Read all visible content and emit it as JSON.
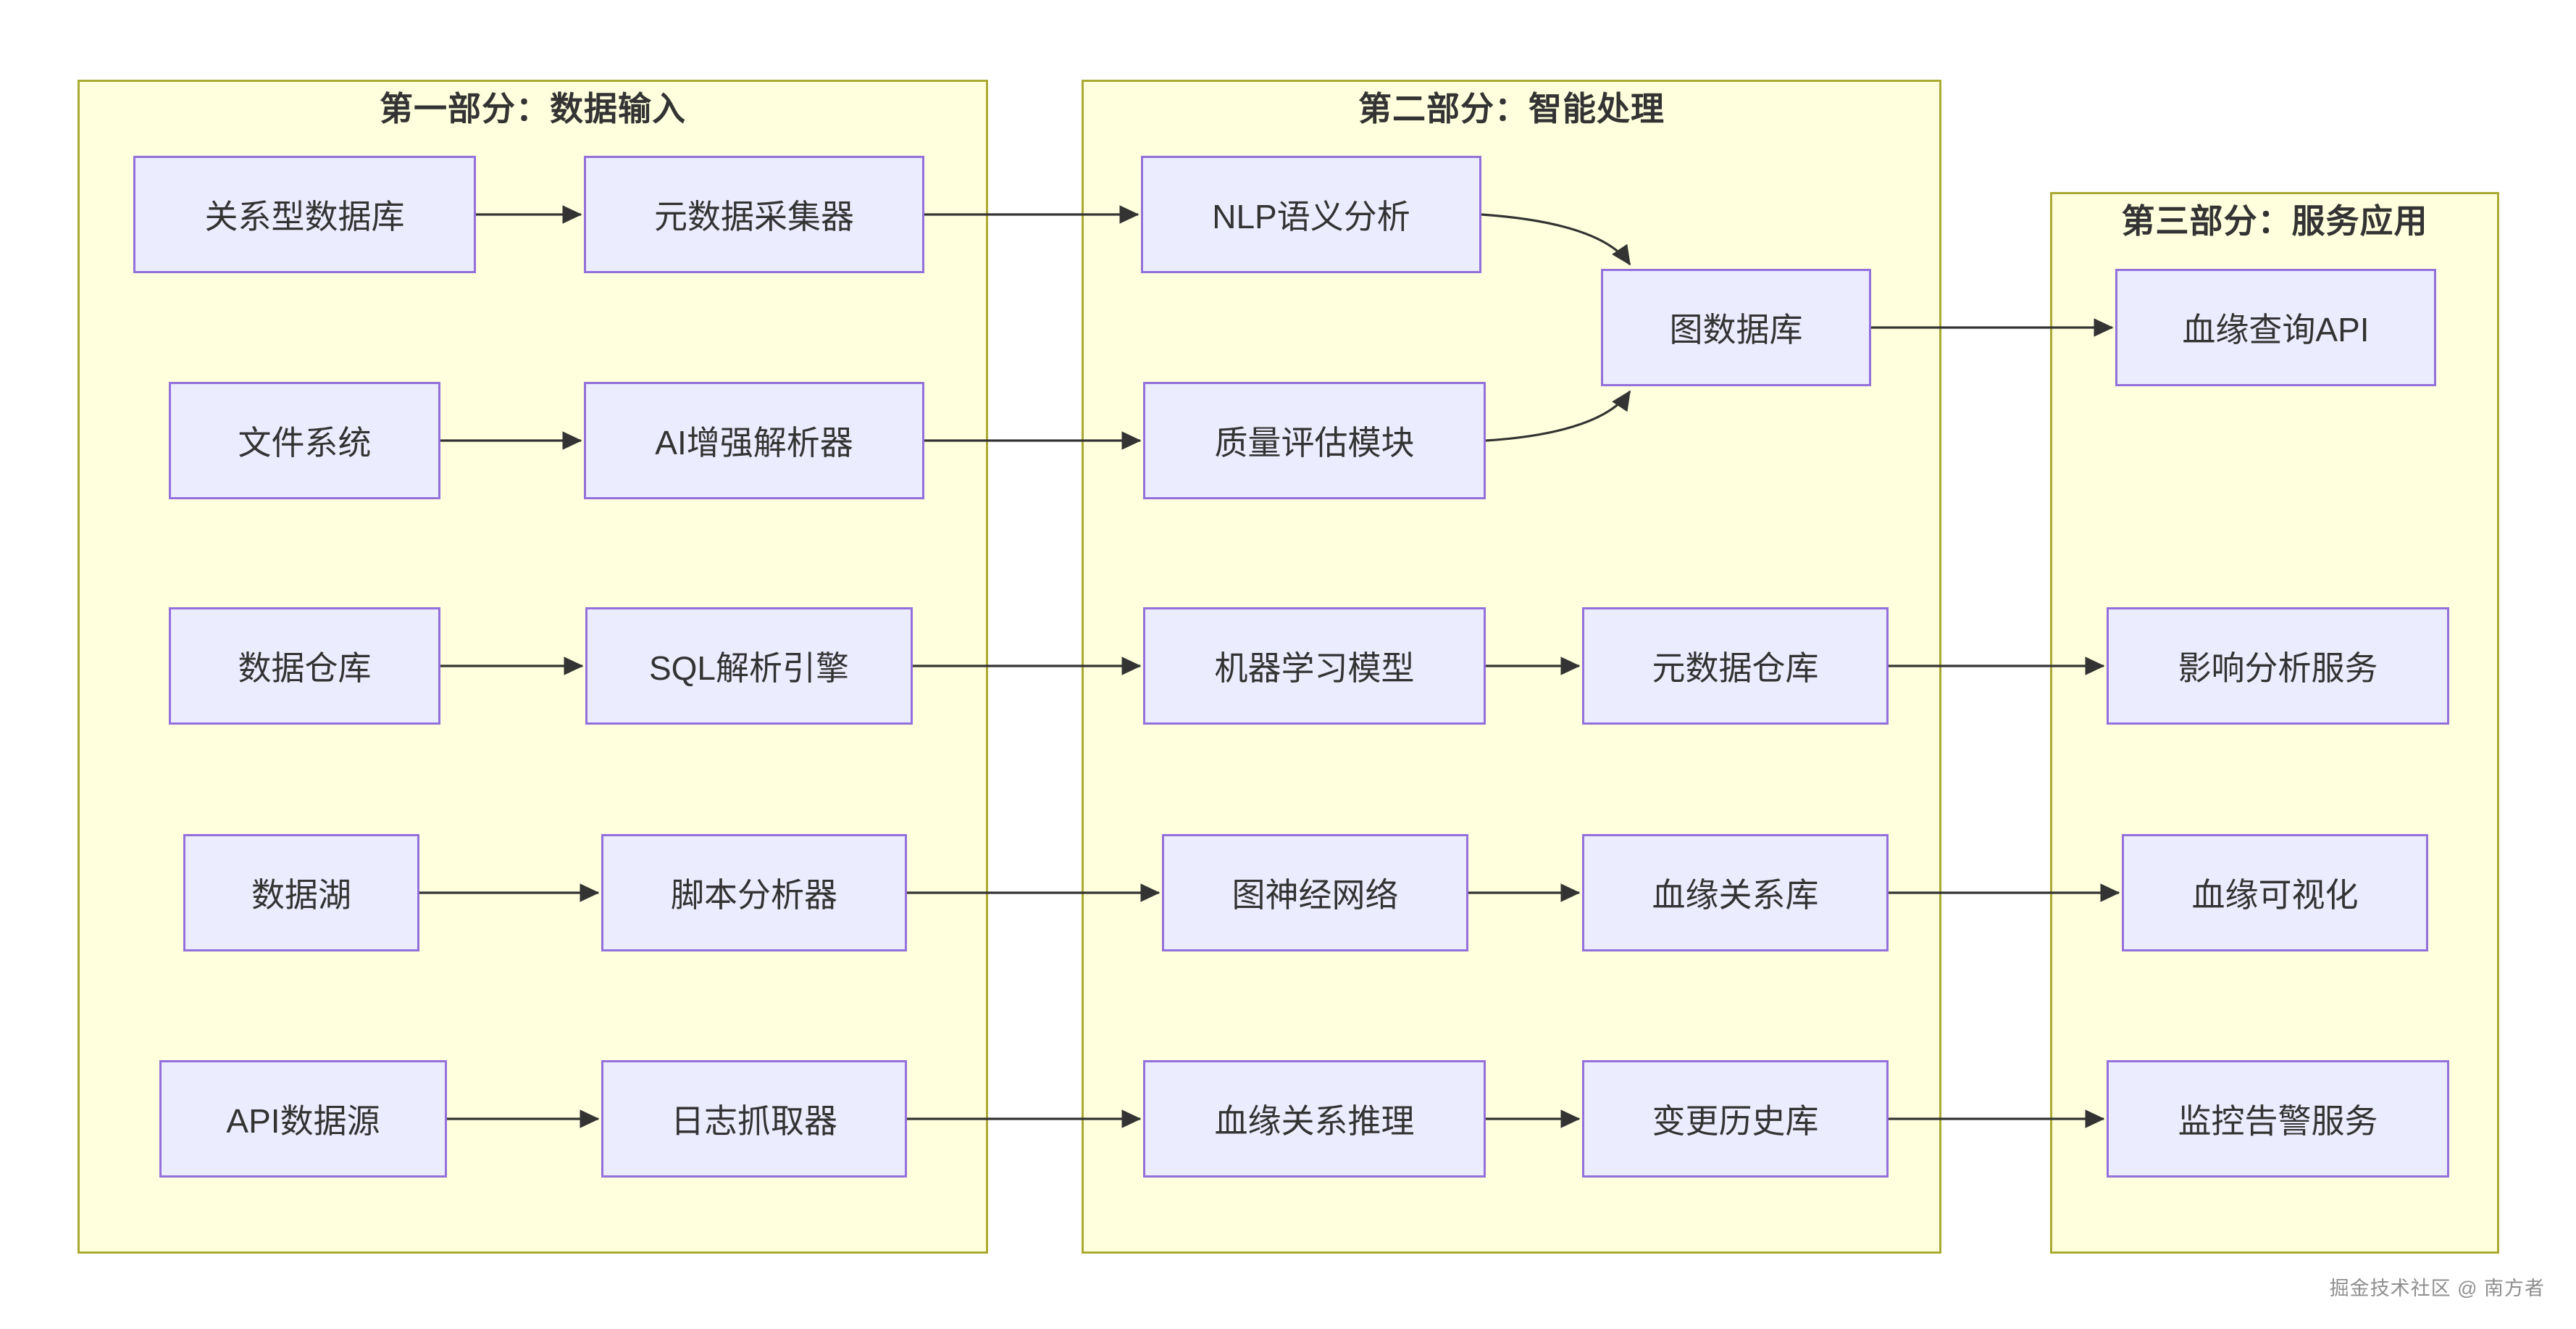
{
  "diagram": {
    "sections": [
      {
        "id": "s1",
        "title": "第一部分：数据输入"
      },
      {
        "id": "s2",
        "title": "第二部分：智能处理"
      },
      {
        "id": "s3",
        "title": "第三部分：服务应用"
      }
    ],
    "nodes": [
      {
        "id": "rel_db",
        "section": "s1",
        "label": "关系型数据库"
      },
      {
        "id": "meta_collector",
        "section": "s1",
        "label": "元数据采集器"
      },
      {
        "id": "file_system",
        "section": "s1",
        "label": "文件系统"
      },
      {
        "id": "ai_parser",
        "section": "s1",
        "label": "AI增强解析器"
      },
      {
        "id": "data_warehouse",
        "section": "s1",
        "label": "数据仓库"
      },
      {
        "id": "sql_engine",
        "section": "s1",
        "label": "SQL解析引擎"
      },
      {
        "id": "data_lake",
        "section": "s1",
        "label": "数据湖"
      },
      {
        "id": "script_analyzer",
        "section": "s1",
        "label": "脚本分析器"
      },
      {
        "id": "api_source",
        "section": "s1",
        "label": "API数据源"
      },
      {
        "id": "log_grabber",
        "section": "s1",
        "label": "日志抓取器"
      },
      {
        "id": "nlp",
        "section": "s2",
        "label": "NLP语义分析"
      },
      {
        "id": "quality",
        "section": "s2",
        "label": "质量评估模块"
      },
      {
        "id": "graph_db",
        "section": "s2",
        "label": "图数据库"
      },
      {
        "id": "ml_model",
        "section": "s2",
        "label": "机器学习模型"
      },
      {
        "id": "meta_warehouse",
        "section": "s2",
        "label": "元数据仓库"
      },
      {
        "id": "gnn",
        "section": "s2",
        "label": "图神经网络"
      },
      {
        "id": "lineage_store",
        "section": "s2",
        "label": "血缘关系库"
      },
      {
        "id": "lineage_infer",
        "section": "s2",
        "label": "血缘关系推理"
      },
      {
        "id": "change_history",
        "section": "s2",
        "label": "变更历史库"
      },
      {
        "id": "query_api",
        "section": "s3",
        "label": "血缘查询API"
      },
      {
        "id": "impact",
        "section": "s3",
        "label": "影响分析服务"
      },
      {
        "id": "viz",
        "section": "s3",
        "label": "血缘可视化"
      },
      {
        "id": "monitor",
        "section": "s3",
        "label": "监控告警服务"
      }
    ],
    "edges": [
      {
        "from": "rel_db",
        "to": "meta_collector"
      },
      {
        "from": "file_system",
        "to": "ai_parser"
      },
      {
        "from": "data_warehouse",
        "to": "sql_engine"
      },
      {
        "from": "data_lake",
        "to": "script_analyzer"
      },
      {
        "from": "api_source",
        "to": "log_grabber"
      },
      {
        "from": "meta_collector",
        "to": "nlp"
      },
      {
        "from": "ai_parser",
        "to": "quality"
      },
      {
        "from": "sql_engine",
        "to": "ml_model"
      },
      {
        "from": "script_analyzer",
        "to": "gnn"
      },
      {
        "from": "log_grabber",
        "to": "lineage_infer"
      },
      {
        "from": "nlp",
        "to": "graph_db"
      },
      {
        "from": "quality",
        "to": "graph_db"
      },
      {
        "from": "ml_model",
        "to": "meta_warehouse"
      },
      {
        "from": "gnn",
        "to": "lineage_store"
      },
      {
        "from": "lineage_infer",
        "to": "change_history"
      },
      {
        "from": "graph_db",
        "to": "query_api"
      },
      {
        "from": "meta_warehouse",
        "to": "impact"
      },
      {
        "from": "lineage_store",
        "to": "viz"
      },
      {
        "from": "change_history",
        "to": "monitor"
      }
    ],
    "colors": {
      "node_fill": "#ECECFF",
      "node_border": "#9370DB",
      "section_fill": "#ffffde",
      "section_border": "#aaaa33",
      "edge": "#333333",
      "text": "#333333",
      "watermark": "#8f8f8f"
    }
  },
  "watermark": "掘金技术社区 @ 南方者"
}
